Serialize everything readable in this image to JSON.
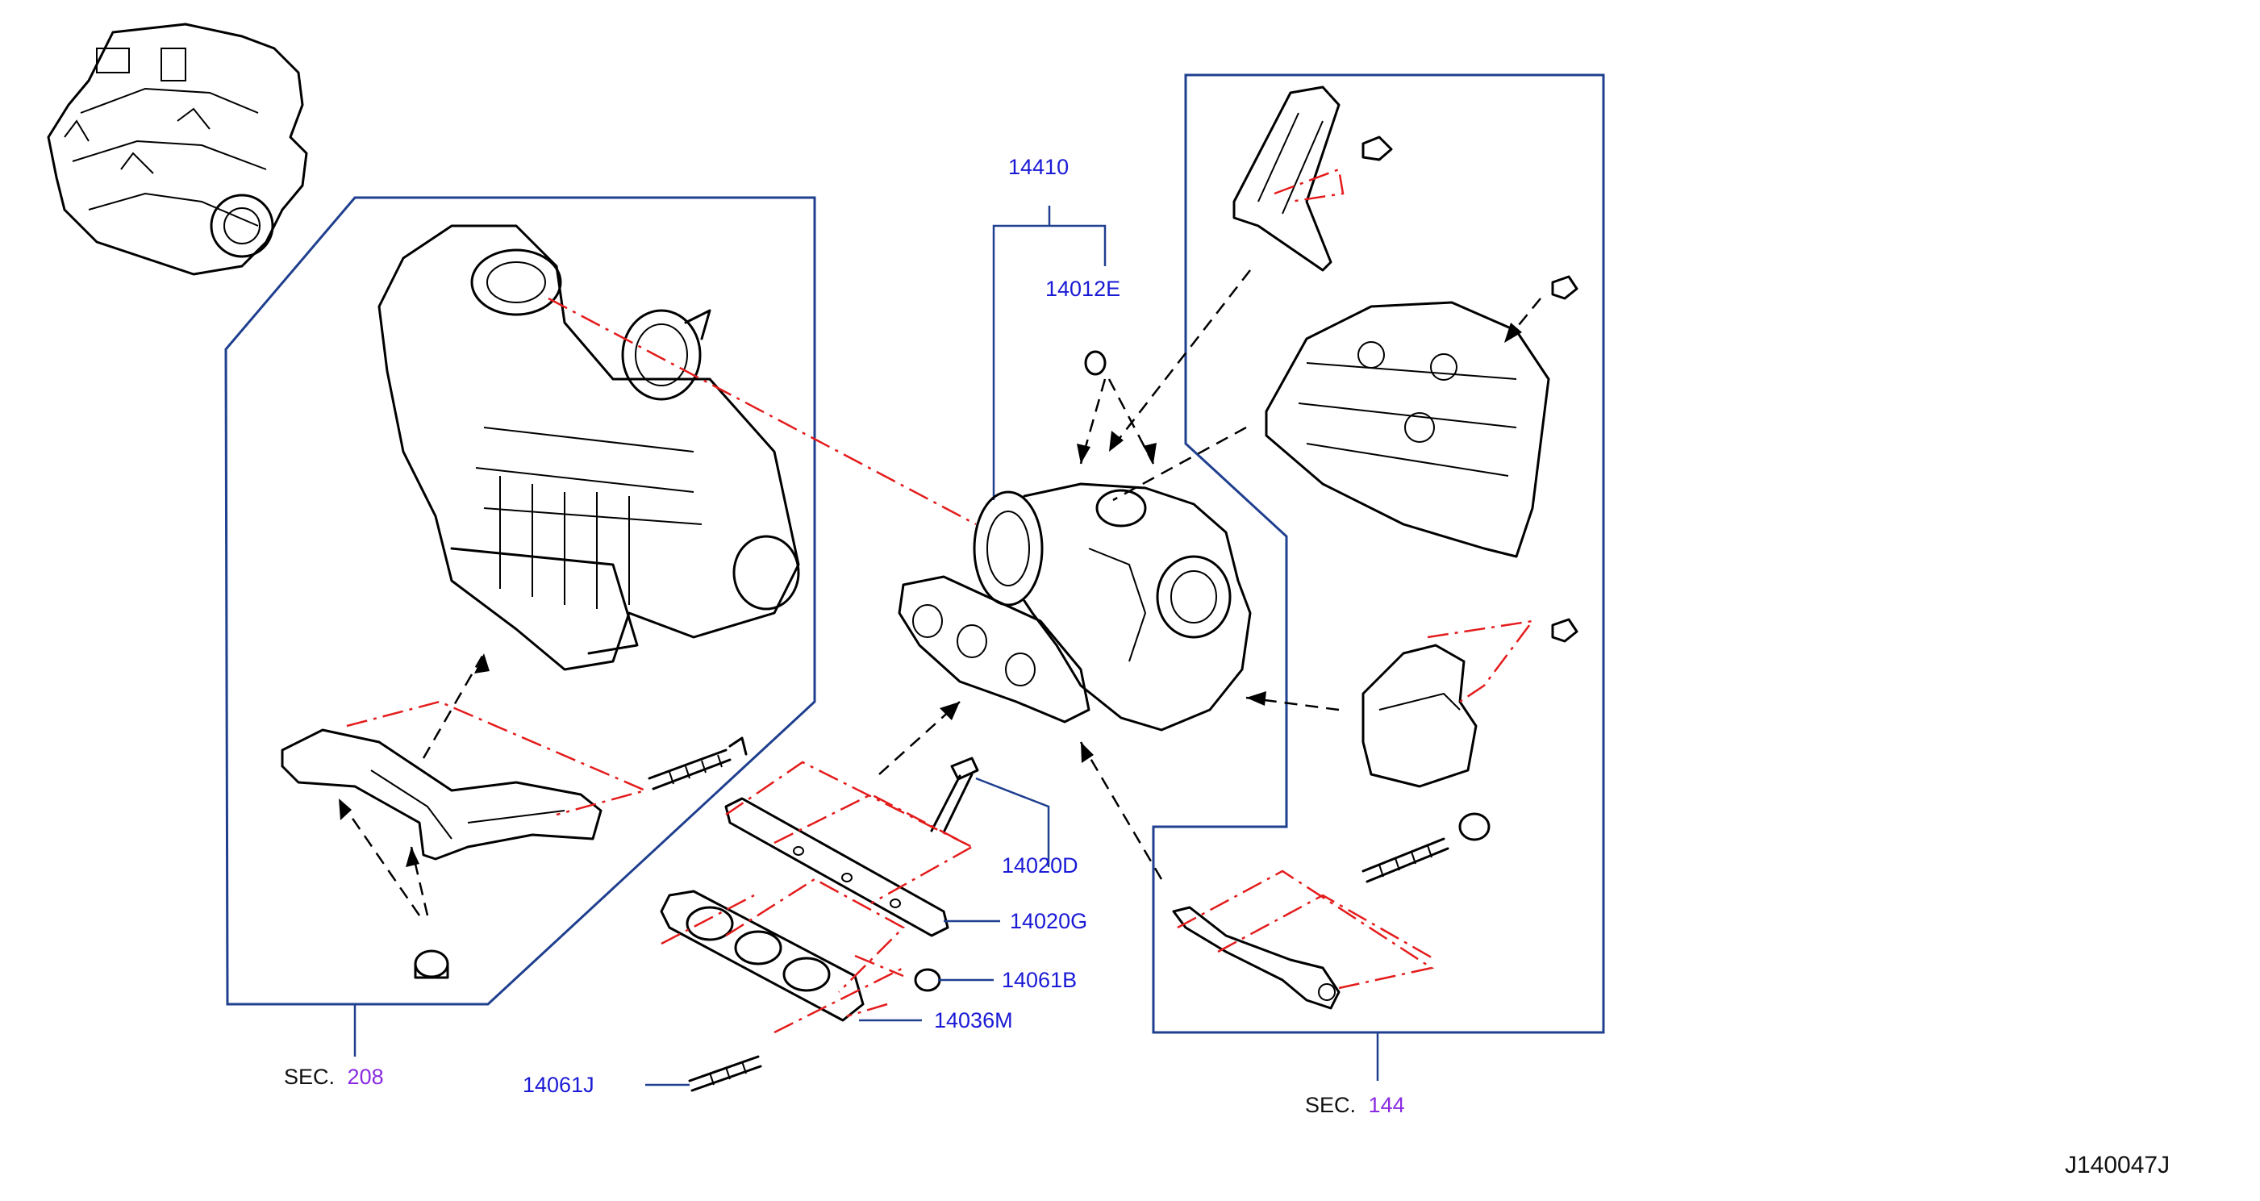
{
  "sections": {
    "left": {
      "prefix": "SEC.",
      "number": "208"
    },
    "right": {
      "prefix": "SEC.",
      "number": "144"
    }
  },
  "part_labels": {
    "p14410": "14410",
    "p14012E": "14012E",
    "p14020D": "14020D",
    "p14020G": "14020G",
    "p14061B": "14061B",
    "p14036M": "14036M",
    "p14061J": "14061J"
  },
  "diagram_code": "J140047J",
  "colors": {
    "label_blue": "#1a1ad6",
    "section_number": "#8a2be2",
    "frame": "#1f3f8f",
    "alignment_lines": "#e41b1b"
  }
}
